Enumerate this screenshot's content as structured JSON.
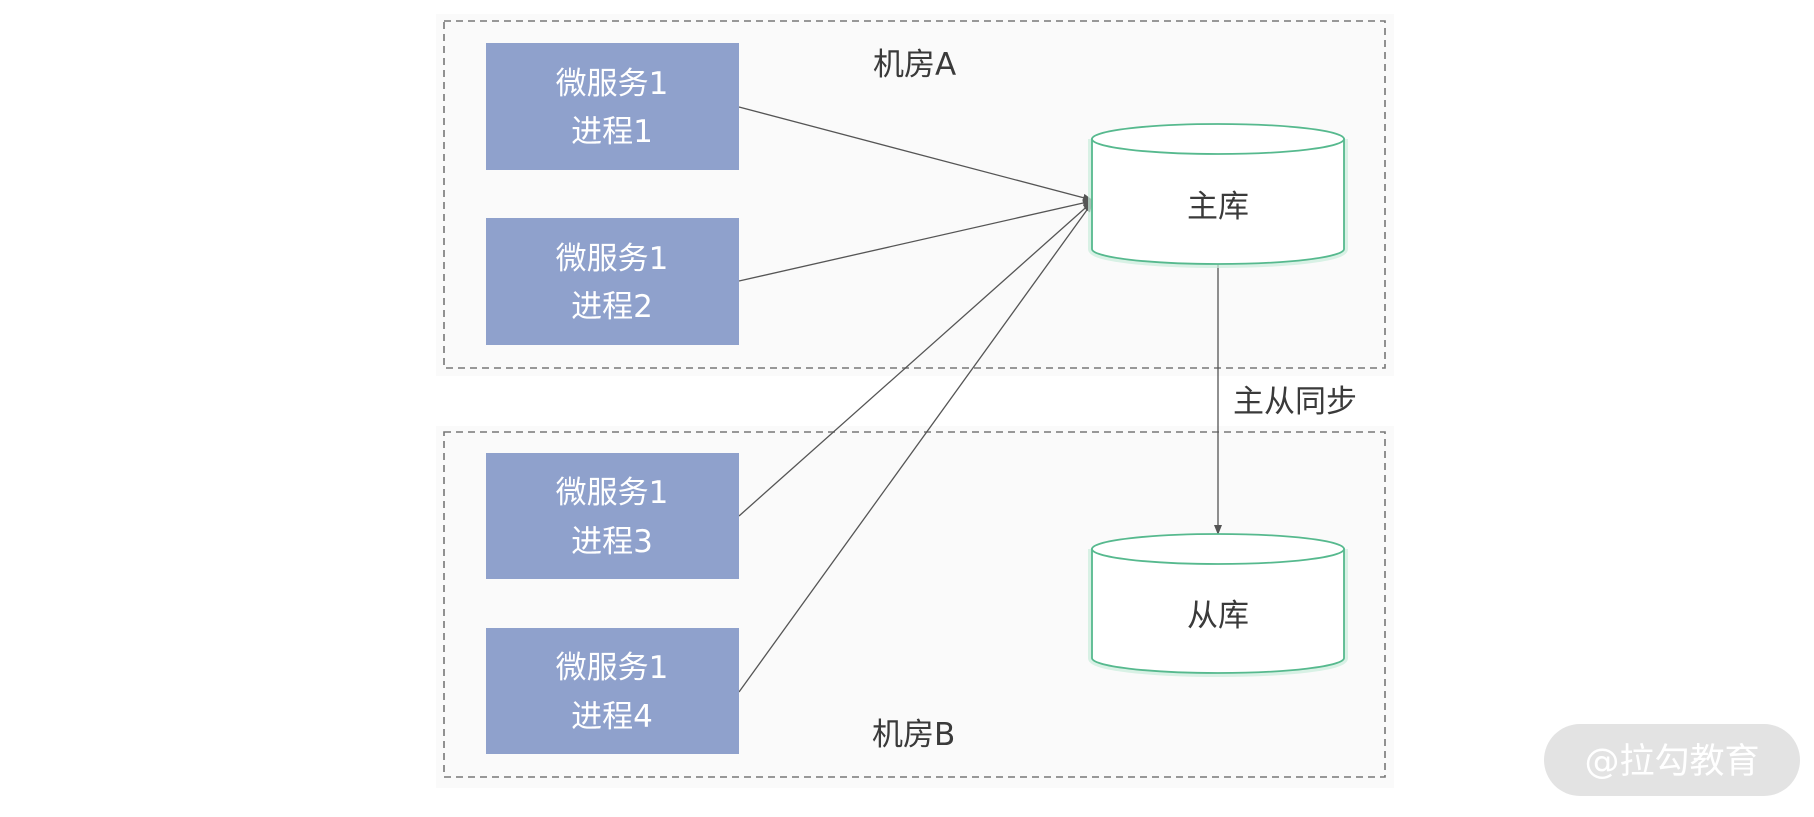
{
  "rooms": {
    "a_label": "机房A",
    "b_label": "机房B"
  },
  "processes": [
    {
      "line1": "微服务1",
      "line2": "进程1"
    },
    {
      "line1": "微服务1",
      "line2": "进程2"
    },
    {
      "line1": "微服务1",
      "line2": "进程3"
    },
    {
      "line1": "微服务1",
      "line2": "进程4"
    }
  ],
  "databases": {
    "master": "主库",
    "slave": "从库"
  },
  "sync_label": "主从同步",
  "watermark": "@拉勾教育",
  "colors": {
    "process_fill": "#8fa1cc",
    "db_stroke": "#56b98e",
    "room_border": "#777777"
  }
}
